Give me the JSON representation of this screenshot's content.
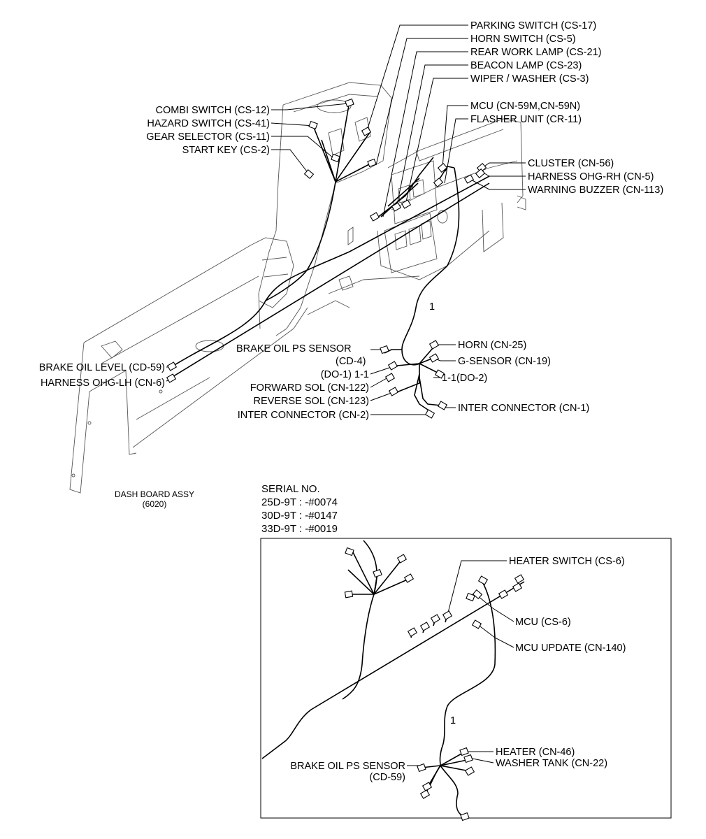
{
  "main_labels": [
    {
      "id": "parking-switch",
      "text": "PARKING SWITCH (CS-17)"
    },
    {
      "id": "horn-switch",
      "text": "HORN SWITCH (CS-5)"
    },
    {
      "id": "rear-work-lamp",
      "text": "REAR WORK LAMP (CS-21)"
    },
    {
      "id": "beacon-lamp",
      "text": "BEACON LAMP (CS-23)"
    },
    {
      "id": "wiper-washer",
      "text": "WIPER / WASHER (CS-3)"
    },
    {
      "id": "mcu",
      "text": "MCU (CN-59M,CN-59N)"
    },
    {
      "id": "flasher-unit",
      "text": "FLASHER UNIT (CR-11)"
    },
    {
      "id": "combi-switch",
      "text": "COMBI SWITCH (CS-12)"
    },
    {
      "id": "hazard-switch",
      "text": "HAZARD SWITCH (CS-41)"
    },
    {
      "id": "gear-selector",
      "text": "GEAR SELECTOR (CS-11)"
    },
    {
      "id": "start-key",
      "text": "START KEY (CS-2)"
    },
    {
      "id": "cluster",
      "text": "CLUSTER (CN-56)"
    },
    {
      "id": "harness-ohg-rh",
      "text": "HARNESS OHG-RH (CN-5)"
    },
    {
      "id": "warning-buzzer",
      "text": "WARNING BUZZER (CN-113)"
    },
    {
      "id": "harness-number",
      "text": "1"
    },
    {
      "id": "brake-oil-ps-sensor",
      "text": "BRAKE OIL PS SENSOR"
    },
    {
      "id": "brake-oil-ps-sensor-code",
      "text": "(CD-4)"
    },
    {
      "id": "horn",
      "text": "HORN (CN-25)"
    },
    {
      "id": "g-sensor",
      "text": "G-SENSOR (CN-19)"
    },
    {
      "id": "brake-oil-level",
      "text": "BRAKE OIL LEVEL (CD-59)"
    },
    {
      "id": "harness-ohg-lh",
      "text": "HARNESS OHG-LH (CN-6)"
    },
    {
      "id": "do1-1-1",
      "text": "(DO-1) 1-1"
    },
    {
      "id": "do2-1-1",
      "text": "1-1(DO-2)"
    },
    {
      "id": "forward-sol",
      "text": "FORWARD SOL (CN-122)"
    },
    {
      "id": "reverse-sol",
      "text": "REVERSE SOL (CN-123)"
    },
    {
      "id": "inter-connector-cn2",
      "text": "INTER CONNECTOR (CN-2)"
    },
    {
      "id": "inter-connector-cn1",
      "text": "INTER CONNECTOR (CN-1)"
    }
  ],
  "assembly_caption": {
    "name": "DASH BOARD ASSY",
    "code": "(6020)"
  },
  "serial_heading": "SERIAL NO.",
  "serials": [
    "25D-9T : -#0074",
    "30D-9T : -#0147",
    "33D-9T : -#0019"
  ],
  "inset_labels": [
    {
      "id": "heater-switch",
      "text": "HEATER SWITCH (CS-6)"
    },
    {
      "id": "mcu-cs6",
      "text": "MCU (CS-6)"
    },
    {
      "id": "mcu-update",
      "text": "MCU UPDATE (CN-140)"
    },
    {
      "id": "inset-harness-number",
      "text": "1"
    },
    {
      "id": "heater",
      "text": "HEATER (CN-46)"
    },
    {
      "id": "washer-tank",
      "text": "WASHER TANK (CN-22)"
    },
    {
      "id": "inset-brake-oil-ps-sensor",
      "text": "BRAKE OIL PS SENSOR"
    },
    {
      "id": "inset-brake-oil-ps-sensor-code",
      "text": "(CD-59)"
    }
  ]
}
